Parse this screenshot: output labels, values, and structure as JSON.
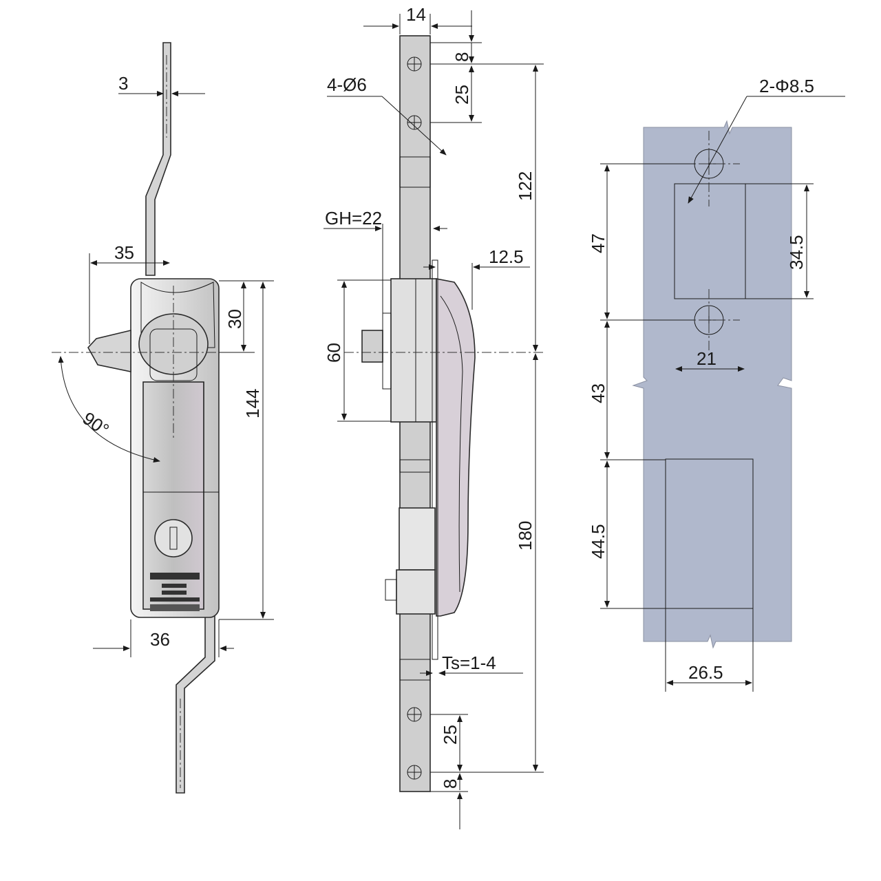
{
  "drawing": {
    "side_view": {
      "dims": {
        "thickness": "3",
        "handle_reach": "35",
        "head_height": "30",
        "body_height": "144",
        "body_width": "36",
        "rotation": "90°"
      }
    },
    "front_view": {
      "dims": {
        "rod_width": "14",
        "top_offset": "8",
        "hole_spacing_top": "25",
        "holes": "4-Ø6",
        "upper_length": "122",
        "gh": "GH=22",
        "depth": "12.5",
        "cutout_height": "60",
        "lower_length": "180",
        "panel_thickness": "Ts=1-4",
        "hole_spacing_bottom": "25",
        "bottom_offset": "8"
      }
    },
    "cutout_view": {
      "dims": {
        "holes": "2-Φ8.5",
        "hole_to_hole": "47",
        "upper_window": "34.5",
        "hole_width": "21",
        "middle_gap": "43",
        "lower_window_height": "44.5",
        "lower_window_width": "26.5"
      }
    },
    "colors": {
      "plate": "#b0b8cc",
      "metal": "#c8c8c8",
      "body": "#e6e6e6",
      "line": "#1a1a1a"
    }
  }
}
